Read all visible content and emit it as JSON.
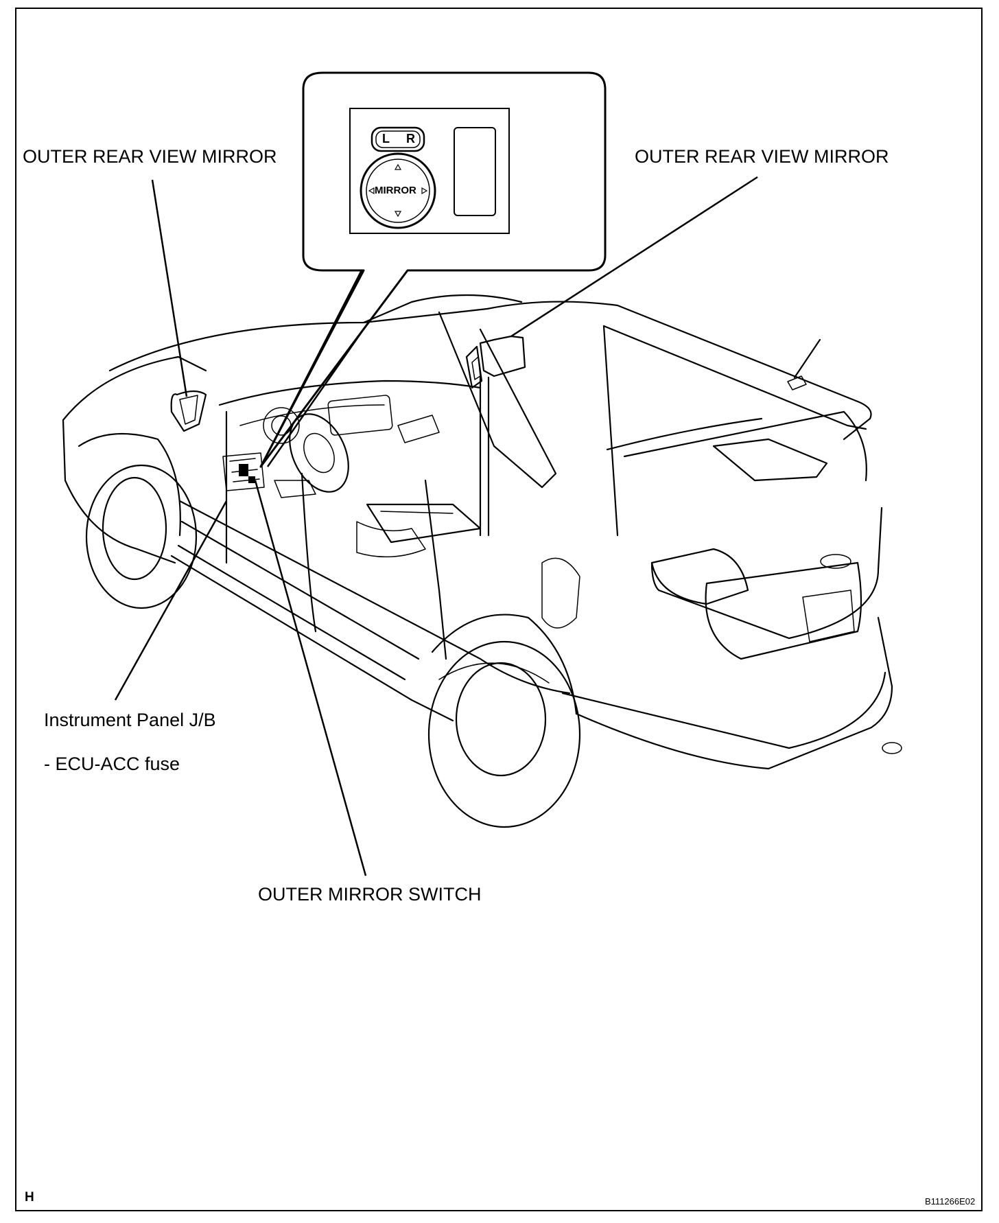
{
  "labels": {
    "left_mirror": "OUTER REAR VIEW MIRROR",
    "right_mirror": "OUTER REAR VIEW MIRROR",
    "junction_block": "Instrument Panel J/B",
    "fuse": "- ECU-ACC fuse",
    "switch": "OUTER MIRROR SWITCH"
  },
  "switch_panel": {
    "selector_left": "L",
    "selector_right": "R",
    "knob_label": "MIRROR"
  },
  "footer": {
    "section_letter": "H",
    "figure_code": "B111266E02"
  }
}
